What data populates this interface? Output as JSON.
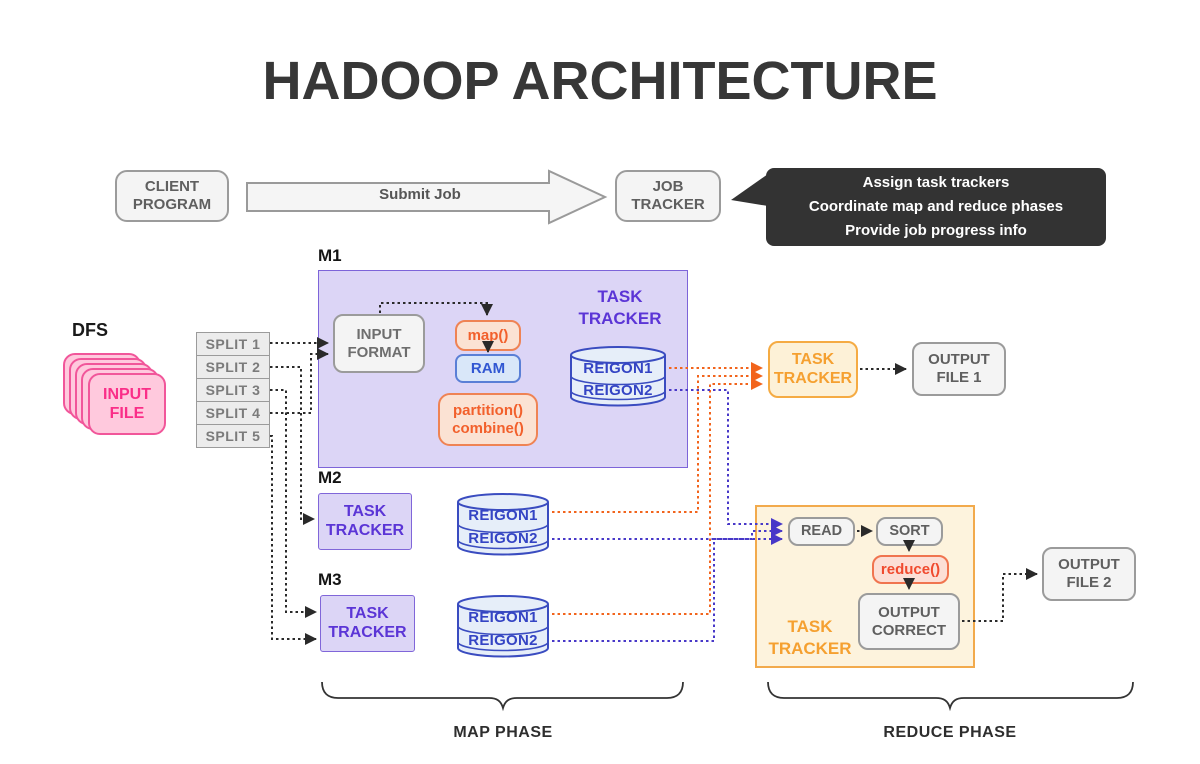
{
  "title": "HADOOP ARCHITECTURE",
  "flow": {
    "client_program": "CLIENT\nPROGRAM",
    "submit_job": "Submit Job",
    "job_tracker": "JOB\nTRACKER",
    "job_tracker_note": "Assign task trackers\nCoordinate map and reduce phases\nProvide job progress info"
  },
  "dfs": {
    "label": "DFS",
    "input_file": "INPUT\nFILE"
  },
  "splits": [
    "SPLIT 1",
    "SPLIT 2",
    "SPLIT 3",
    "SPLIT 4",
    "SPLIT 5"
  ],
  "map_phase": {
    "label": "MAP PHASE",
    "m1": {
      "label": "M1",
      "task_tracker": "TASK\nTRACKER",
      "input_format": "INPUT\nFORMAT",
      "map_fn": "map()",
      "ram": "RAM",
      "partition_combine": "partition()\ncombine()",
      "regions": [
        "REIGON1",
        "REIGON2"
      ]
    },
    "m2": {
      "label": "M2",
      "task_tracker": "TASK\nTRACKER",
      "regions": [
        "REIGON1",
        "REIGON2"
      ]
    },
    "m3": {
      "label": "M3",
      "task_tracker": "TASK\nTRACKER",
      "regions": [
        "REIGON1",
        "REIGON2"
      ]
    }
  },
  "shuffle": {
    "task_tracker": "TASK\nTRACKER",
    "output_file_1": "OUTPUT\nFILE 1"
  },
  "reduce_phase": {
    "label": "REDUCE PHASE",
    "task_tracker": "TASK\nTRACKER",
    "read": "READ",
    "sort": "SORT",
    "reduce_fn": "reduce()",
    "output_correct": "OUTPUT\nCORRECT",
    "output_file_2": "OUTPUT\nFILE 2"
  },
  "colors": {
    "purple_text": "#5b35d6",
    "purple_fill": "#dcd5f6",
    "purple_border": "#8066d9",
    "orange_text": "#f5a030",
    "orange_border": "#f5ab43",
    "cream_fill": "#fdf1d7",
    "reduce_box_fill": "#fdf3dd",
    "peach_fill": "#fbe2d3",
    "peach_border": "#ef8354",
    "red_orange_text": "#f2602c",
    "blue_text": "#3157d2",
    "blue_fill": "#d9e7f9",
    "cylinder_fill": "#e6eef9",
    "cylinder_border": "#3a4cc0",
    "cylinder_text": "#3444c4",
    "pink_fill": "#ffc9dd",
    "pink_border": "#f1569a",
    "pink_text": "#fa2e88",
    "gray_fill": "#f4f4f4",
    "gray_border": "#9b9b9b",
    "gray_text": "#5f5f5f",
    "note_bg": "#333333",
    "line_black": "#2a2a2a",
    "line_orange": "#f2641c",
    "line_purple": "#4838c8"
  }
}
